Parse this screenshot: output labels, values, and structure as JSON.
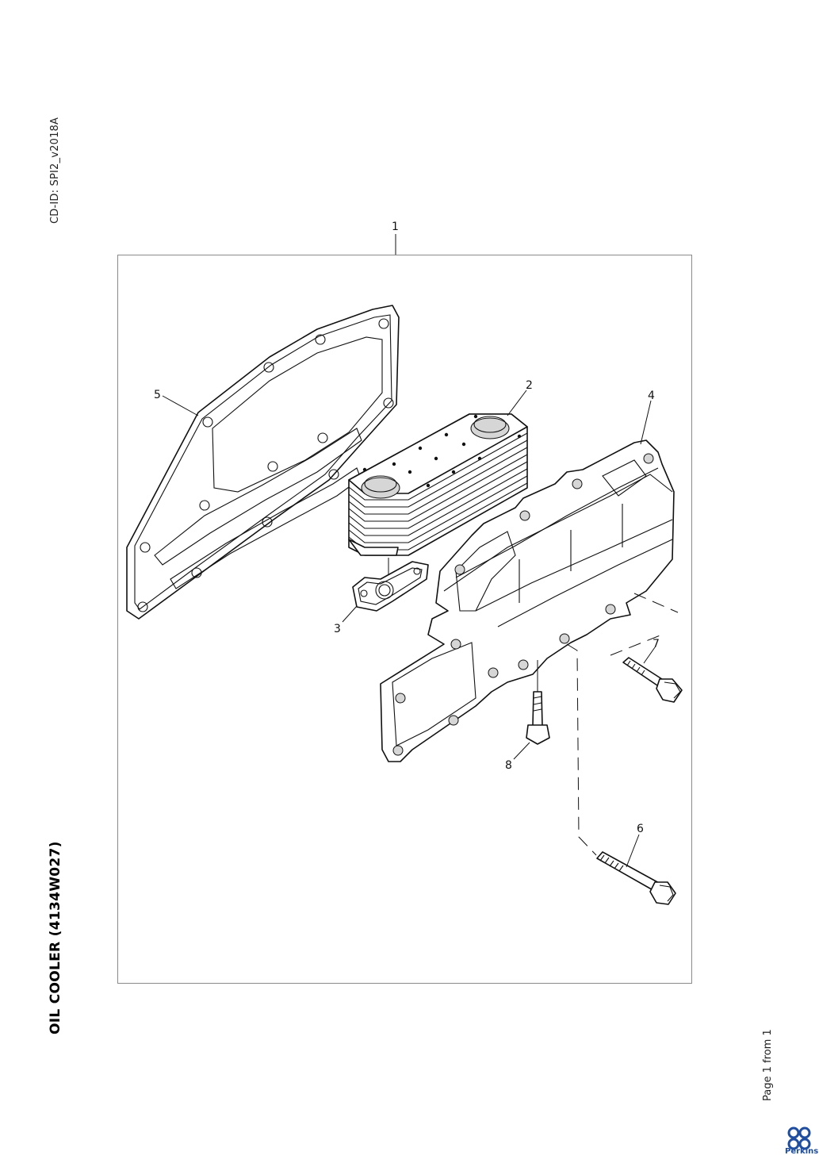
{
  "header": {
    "cd_id": "CD-ID: SPI2_v2018A"
  },
  "title": "OIL COOLER (4134W027)",
  "footer": {
    "page_label": "Page 1 from 1",
    "brand": "Perkins"
  },
  "callouts": {
    "c1": "1",
    "c2": "2",
    "c3": "3",
    "c4": "4",
    "c5": "5",
    "c6": "6",
    "c7": "7",
    "c8": "8"
  },
  "colors": {
    "line": "#111111",
    "frame": "#8a8a8a",
    "brand_blue": "#1f4ea0"
  }
}
